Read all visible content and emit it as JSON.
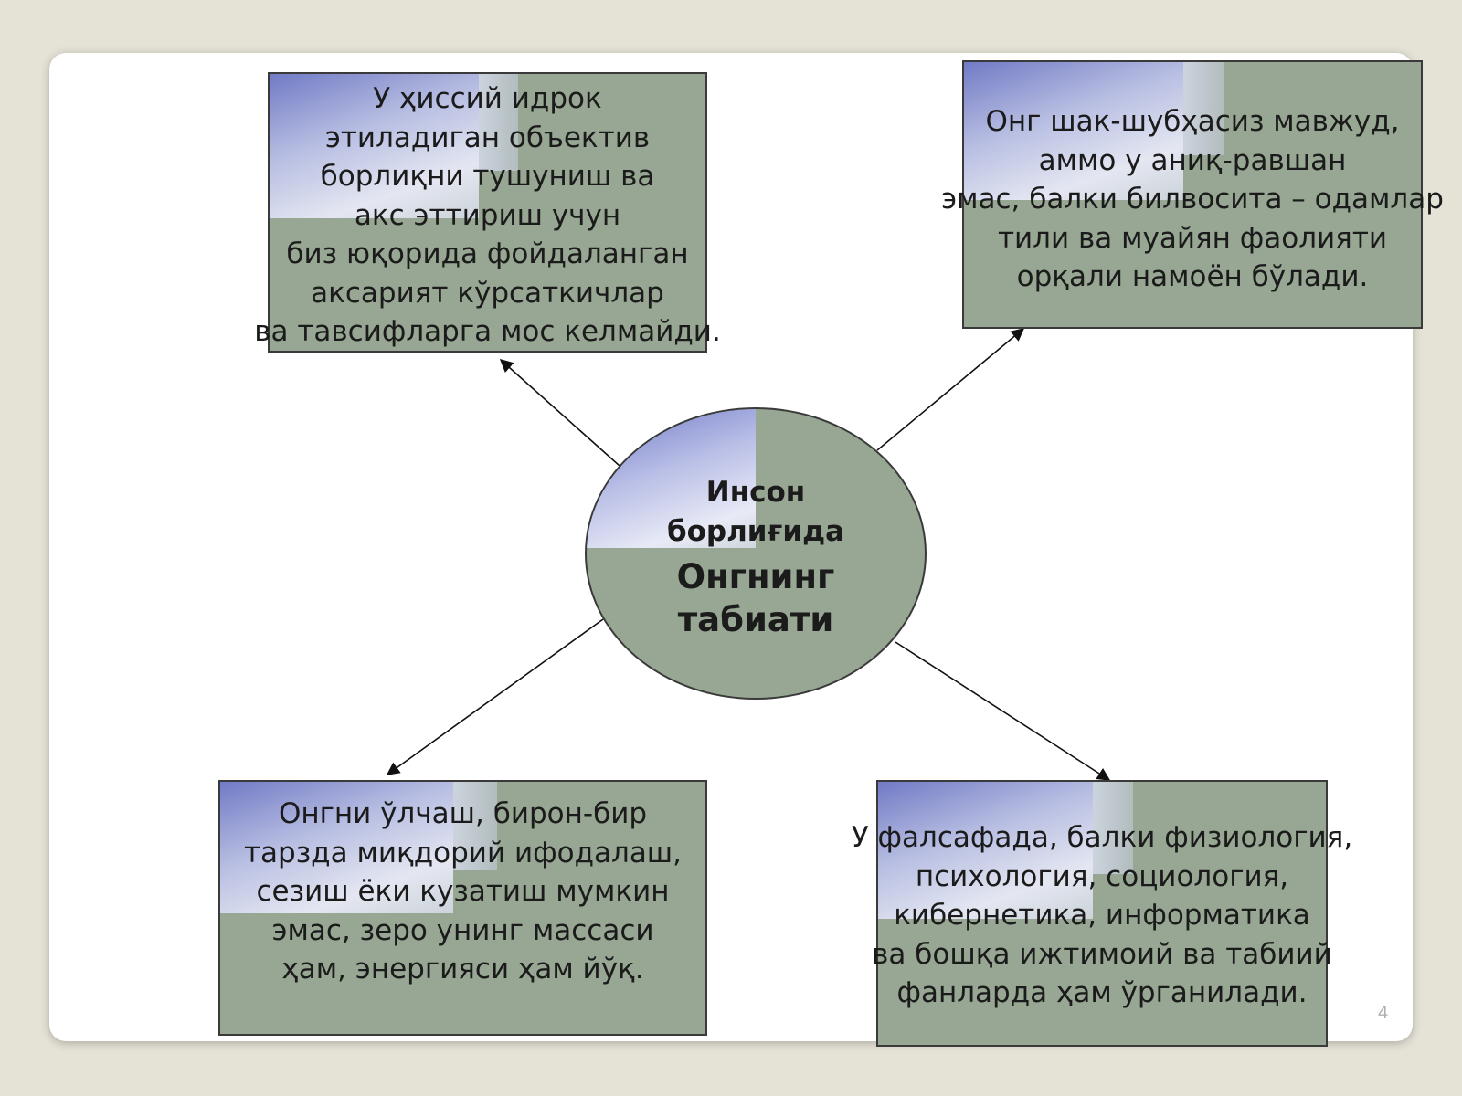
{
  "slide": {
    "number": "4"
  },
  "center": {
    "line1": "Инсон\nборлиғида",
    "line2": "Онгнинг\nтабиати"
  },
  "boxes": {
    "top_left": "У ҳиссий идрок\nэтиладиган объектив\nборлиқни тушуниш ва\nакс эттириш учун\nбиз юқорида фойдаланган\nаксарият кўрсаткичлар\nва тавсифларга мос келмайди.",
    "top_right": "Онг шак-шубҳасиз мавжуд,\nаммо у аниқ-равшан\nэмас, балки билвосита – одамлар\nтили ва муайян фаолияти\nорқали намоён бўлади.",
    "bottom_left": "Онгни ўлчаш, бирон-бир\nтарзда миқдорий ифодалаш,\nсезиш ёки кузатиш мумкин\nэмас, зеро унинг массаси\nҳам, энергияси ҳам йўқ.",
    "bottom_right": "У фалсафада, балки физиология,\nпсихология, социология,\nкибернетика, информатика\nва бошқа ижтимоий ва табиий\nфанларда ҳам ўрганилади."
  },
  "colors": {
    "box_fill": "#97a793",
    "sky_tint": "#b9bfe6",
    "border": "#3a3a3a"
  }
}
